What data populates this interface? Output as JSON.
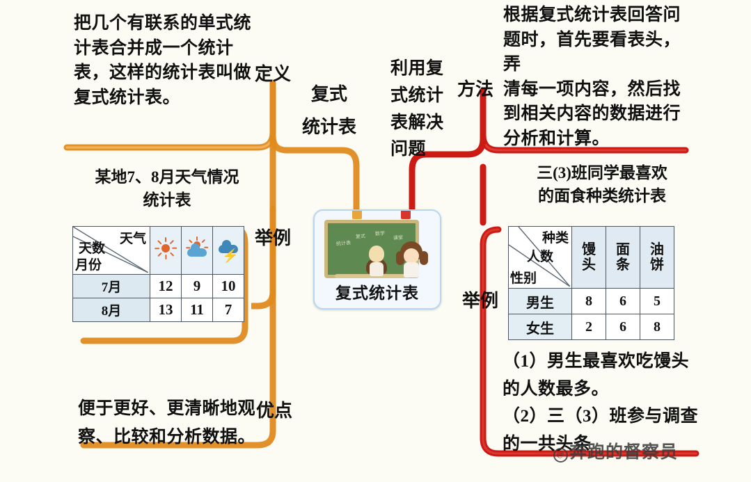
{
  "meta": {
    "background_color": "#fcfcf4",
    "orange_branch_color": "#e08a1e",
    "red_branch_color": "#cc1a14",
    "center_node_border": "#b9d6ef",
    "table_header_fill": "#dce9f1"
  },
  "center": {
    "title": "复式统计表",
    "blackboard_chalk": [
      "统计表",
      "复式",
      "数学",
      "课堂"
    ]
  },
  "branches": {
    "definition": {
      "label": "定义",
      "text": "把几个有联系的单式统计表合并成一个统计表，这样的统计表叫做复式统计表。",
      "lines": [
        "把几个有联系的单式统",
        "计表合并成一个统计",
        "表，这样的统计表叫做",
        "复式统计表。"
      ]
    },
    "topic_left": {
      "lines": [
        "复式",
        "统计表"
      ]
    },
    "example_left": {
      "label": "举例"
    },
    "advantage": {
      "label": "优点",
      "lines": [
        "便于更好、更清晰地观",
        "察、比较和分析数据。"
      ]
    },
    "application": {
      "lines": [
        "利用复",
        "式统计",
        "表解决",
        "问题"
      ]
    },
    "method": {
      "label": "方法",
      "lines": [
        "根据复式统计表回答问",
        "题时，首先要看表头，弄",
        "清每一项内容，然后找",
        "到相关内容的数据进行",
        "分析和计算。"
      ]
    },
    "example_right": {
      "label": "举例"
    }
  },
  "weather_table": {
    "caption_lines": [
      "某地7、8月天气情况",
      "统计表"
    ],
    "corner": {
      "top_right": "天气",
      "middle": "天数",
      "bottom_left": "月份"
    },
    "column_icons": [
      "sun-icon",
      "partly-cloudy-icon",
      "thunderstorm-icon"
    ],
    "rows": [
      {
        "label": "7月",
        "values": [
          "12",
          "9",
          "10"
        ]
      },
      {
        "label": "8月",
        "values": [
          "13",
          "11",
          "7"
        ]
      }
    ]
  },
  "food_table": {
    "caption_lines": [
      "三(3)班同学最喜欢",
      "的面食种类统计表"
    ],
    "corner": {
      "top_right": "种类",
      "middle": "人数",
      "bottom_left": "性别"
    },
    "columns": [
      {
        "chars": [
          "馒",
          "头"
        ]
      },
      {
        "chars": [
          "面",
          "条"
        ]
      },
      {
        "chars": [
          "油",
          "饼"
        ]
      }
    ],
    "rows": [
      {
        "label": "男生",
        "values": [
          "8",
          "6",
          "5"
        ]
      },
      {
        "label": "女生",
        "values": [
          "2",
          "6",
          "8"
        ]
      }
    ],
    "questions": [
      "（1）男生最喜欢吃馒头",
      "的人数最多。",
      "（2）三（3）班参与调查",
      "的一共头条"
    ]
  },
  "watermark": {
    "symbol": "@",
    "text": "奔跑的督察员"
  }
}
